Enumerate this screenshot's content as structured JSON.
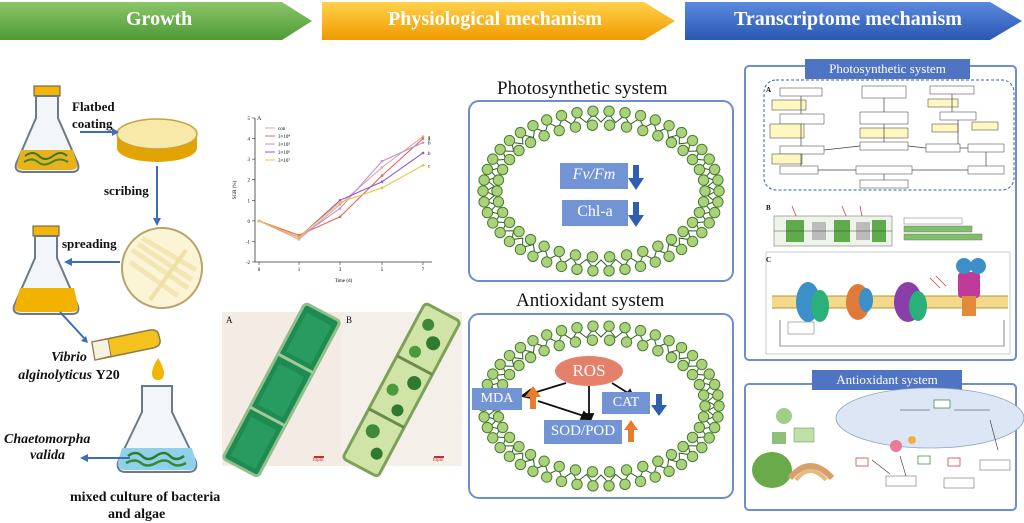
{
  "banner": {
    "growth": "Growth",
    "physio": "Physiological mechanism",
    "transcriptome": "Transcriptome mechanism",
    "growth_color": "#6aa84f",
    "physio_color": "#f6b100",
    "trans_color": "#3d6cc4"
  },
  "growth_panel": {
    "flatbed": "Flatbed coating",
    "scribing": "scribing",
    "spreading": "spreading",
    "strain_species": "Vibrio alginolyticus",
    "strain_code": "Y20",
    "alga_line1": "Chaetomorpha",
    "alga_line2": "valida",
    "mixed_line1": "mixed culture of bacteria",
    "mixed_line2": "and algae"
  },
  "chart_data": {
    "type": "line",
    "panel_letter": "A",
    "ylabel": "SGR (%)",
    "xlabel": "Time (d)",
    "x": [
      0,
      1,
      3,
      5,
      7
    ],
    "ylim": [
      -2,
      5
    ],
    "yticks": [
      -2,
      -1,
      0,
      1,
      2,
      3,
      4,
      5
    ],
    "series": [
      {
        "name": "con",
        "color": "#e8a0a8",
        "values": [
          0,
          -0.9,
          0.8,
          2.6,
          4.1
        ]
      },
      {
        "name": "3×10⁴",
        "color": "#e06a5a",
        "values": [
          0,
          -0.7,
          0.2,
          2.2,
          4.0
        ]
      },
      {
        "name": "3×10⁵",
        "color": "#c58fd6",
        "values": [
          0,
          -0.8,
          0.6,
          2.9,
          3.8
        ]
      },
      {
        "name": "3×10⁶",
        "color": "#8a5bc9",
        "values": [
          0,
          -0.8,
          1.0,
          1.9,
          3.3
        ]
      },
      {
        "name": "3×10⁷",
        "color": "#f0c040",
        "values": [
          0,
          -0.8,
          0.9,
          1.6,
          2.7
        ]
      }
    ],
    "end_letters": [
      "a",
      "a",
      "b",
      "b",
      "c"
    ],
    "grid": false
  },
  "micro": {
    "a": "A",
    "b": "B",
    "scale_a": "10μm",
    "scale_b": "10μm"
  },
  "physio_panel": {
    "photo_title": "Photosynthetic system",
    "fvfm": "Fv/Fm",
    "chla": "Chl-a",
    "anti_title": "Antioxidant system",
    "ros": "ROS",
    "mda": "MDA",
    "cat": "CAT",
    "sodpod": "SOD/POD",
    "box_color": "#6f8fcf",
    "ros_color": "#e8836a",
    "down_color": "#2f5fb0",
    "up_color": "#e87b2c"
  },
  "trans_panel": {
    "photo_title": "Photosynthetic system",
    "anti_title": "Antioxidant system",
    "fig_a": "A",
    "fig_b": "B",
    "fig_c": "C"
  }
}
